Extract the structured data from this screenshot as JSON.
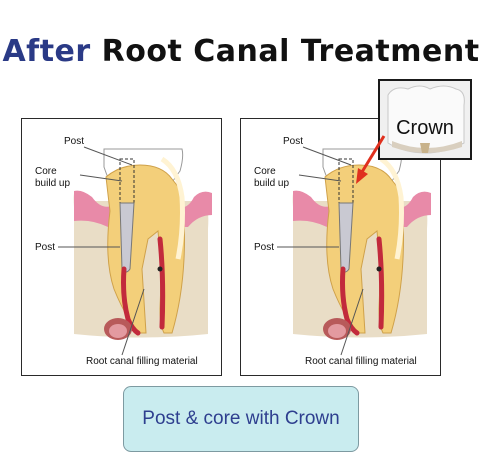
{
  "title": {
    "accent": "After",
    "rest": "Root Canal Treatment"
  },
  "panels": [
    {
      "labels": {
        "post_top": "Post",
        "core_line1": "Core",
        "core_line2": "build up",
        "post_mid": "Post",
        "filling": "Root canal filling material"
      }
    },
    {
      "labels": {
        "post_top": "Post",
        "core_line1": "Core",
        "core_line2": "build up",
        "post_mid": "Post",
        "filling": "Root canal filling material"
      }
    }
  ],
  "crown_inset": {
    "label": "Crown"
  },
  "caption": "Post & core with Crown",
  "colors": {
    "title_accent": "#2a3a86",
    "caption_bg": "#c9ecef",
    "caption_text": "#2e3f8f",
    "arrow": "#e0301e",
    "gum": "#e88aa8",
    "dentin": "#f3cf7a",
    "bone": "#e9ddc6",
    "canal": "#c22a3c",
    "post_metal": "#c9c9d2"
  }
}
